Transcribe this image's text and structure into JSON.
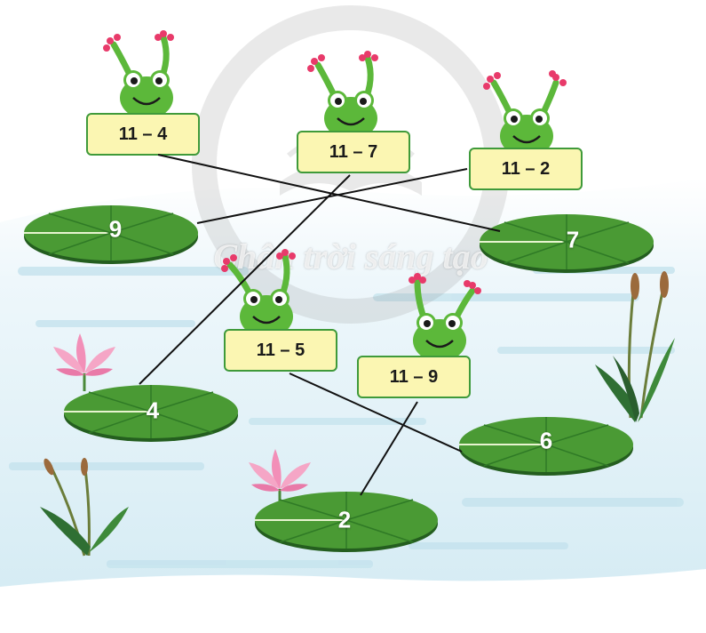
{
  "watermark": {
    "text": "Chân trời sáng tạo"
  },
  "cards": [
    {
      "id": "c1",
      "label": "11 – 4"
    },
    {
      "id": "c2",
      "label": "11 – 7"
    },
    {
      "id": "c3",
      "label": "11 – 2"
    },
    {
      "id": "c4",
      "label": "11 – 5"
    },
    {
      "id": "c5",
      "label": "11 – 9"
    }
  ],
  "pads": [
    {
      "id": "p9",
      "value": "9"
    },
    {
      "id": "p7",
      "value": "7"
    },
    {
      "id": "p4",
      "value": "4"
    },
    {
      "id": "p6",
      "value": "6"
    },
    {
      "id": "p2",
      "value": "2"
    }
  ],
  "matches": [
    {
      "card": "11 – 4",
      "answer": "7"
    },
    {
      "card": "11 – 7",
      "answer": "4"
    },
    {
      "card": "11 – 2",
      "answer": "9"
    },
    {
      "card": "11 – 5",
      "answer": "6"
    },
    {
      "card": "11 – 9",
      "answer": "2"
    }
  ],
  "colors": {
    "card_fill": "#fbf6b2",
    "card_border": "#3f9a3a",
    "frog_green": "#5cb83a",
    "pad_green": "#3d8a2c",
    "line": "#111111"
  }
}
